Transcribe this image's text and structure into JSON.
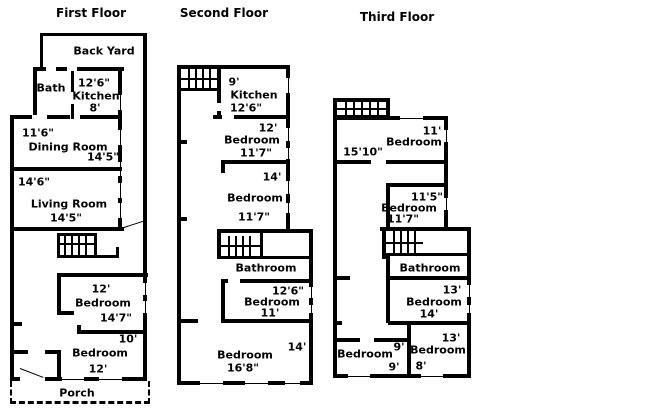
{
  "colors": {
    "wall": "#000000",
    "background": "#ffffff"
  },
  "floors": {
    "first": {
      "title": "First Floor",
      "backyard": "Back Yard",
      "bath": "Bath",
      "kitchen_w": "12'6\"",
      "kitchen": "Kitchen",
      "kitchen_d": "8'",
      "dining_w": "11'6\"",
      "dining": "Dining Room",
      "dining_d": "14'5\"",
      "living_w": "14'6\"",
      "living": "Living Room",
      "living_d": "14'5\"",
      "bed1_w": "12'",
      "bed1": "Bedroom",
      "bed1_d": "14'7\"",
      "bed2_w": "10'",
      "bed2": "Bedroom",
      "bed2_d": "12'",
      "porch": "Porch"
    },
    "second": {
      "title": "Second Floor",
      "kitchen_w": "9'",
      "kitchen": "Kitchen",
      "kitchen_d": "12'6\"",
      "bed1_w": "12'",
      "bed1": "Bedroom",
      "bed1_d": "11'7\"",
      "bed2_w": "14'",
      "bed2": "Bedroom",
      "bed2_d": "11'7\"",
      "bath": "Bathroom",
      "bed3_w": "12'6\"",
      "bed3": "Bedroom",
      "bed3_d": "11'",
      "bed4_w": "14'",
      "bed4": "Bedroom",
      "bed4_d": "16'8\""
    },
    "third": {
      "title": "Third Floor",
      "bed1_w": "11'",
      "bed1": "Bedroom",
      "bed1_d": "15'10\"",
      "bed2_w": "11'5\"",
      "bed2": "Bedroom",
      "bed2_d": "11'7\"",
      "bath": "Bathroom",
      "bed3_w": "13'",
      "bed3": "Bedroom",
      "bed3_d": "14'",
      "bed4_w": "9'",
      "bed4": "Bedroom",
      "bed4_d": "9'",
      "bed5_w": "13'",
      "bed5": "Bedroom",
      "bed5_d": "8'"
    }
  }
}
